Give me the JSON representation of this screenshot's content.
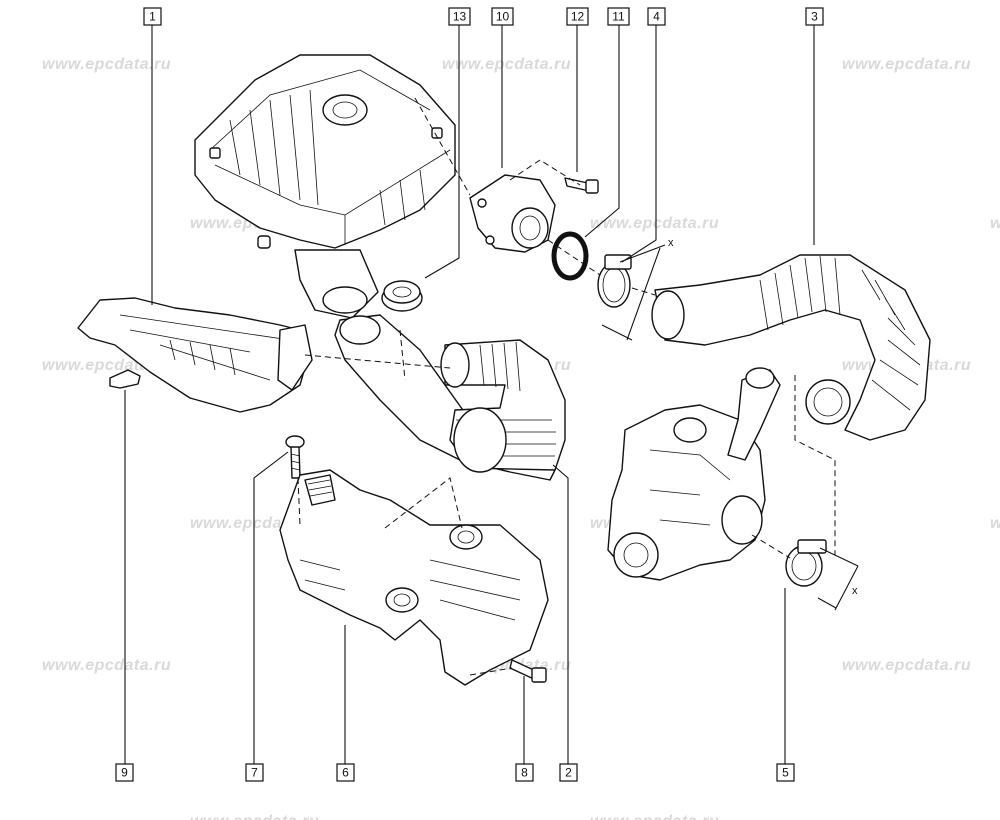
{
  "watermark_text": "www.epcdata.ru",
  "dimension_label": "x",
  "callouts": {
    "c1": "1",
    "c2": "2",
    "c3": "3",
    "c4": "4",
    "c5": "5",
    "c6": "6",
    "c7": "7",
    "c8": "8",
    "c9": "9",
    "c10": "10",
    "c11": "11",
    "c12": "12",
    "c13": "13"
  },
  "parts": [
    "air-filter-housing",
    "air-duct-intake",
    "intake-hose-bellows",
    "hose-clamp-top",
    "hose-clamp-bottom",
    "air-filter-support-bracket",
    "screw-upper",
    "bolt-lower",
    "clip",
    "airflow-meter",
    "o-ring-seal",
    "bolt-airflow-meter",
    "grommet",
    "turbocharger"
  ]
}
